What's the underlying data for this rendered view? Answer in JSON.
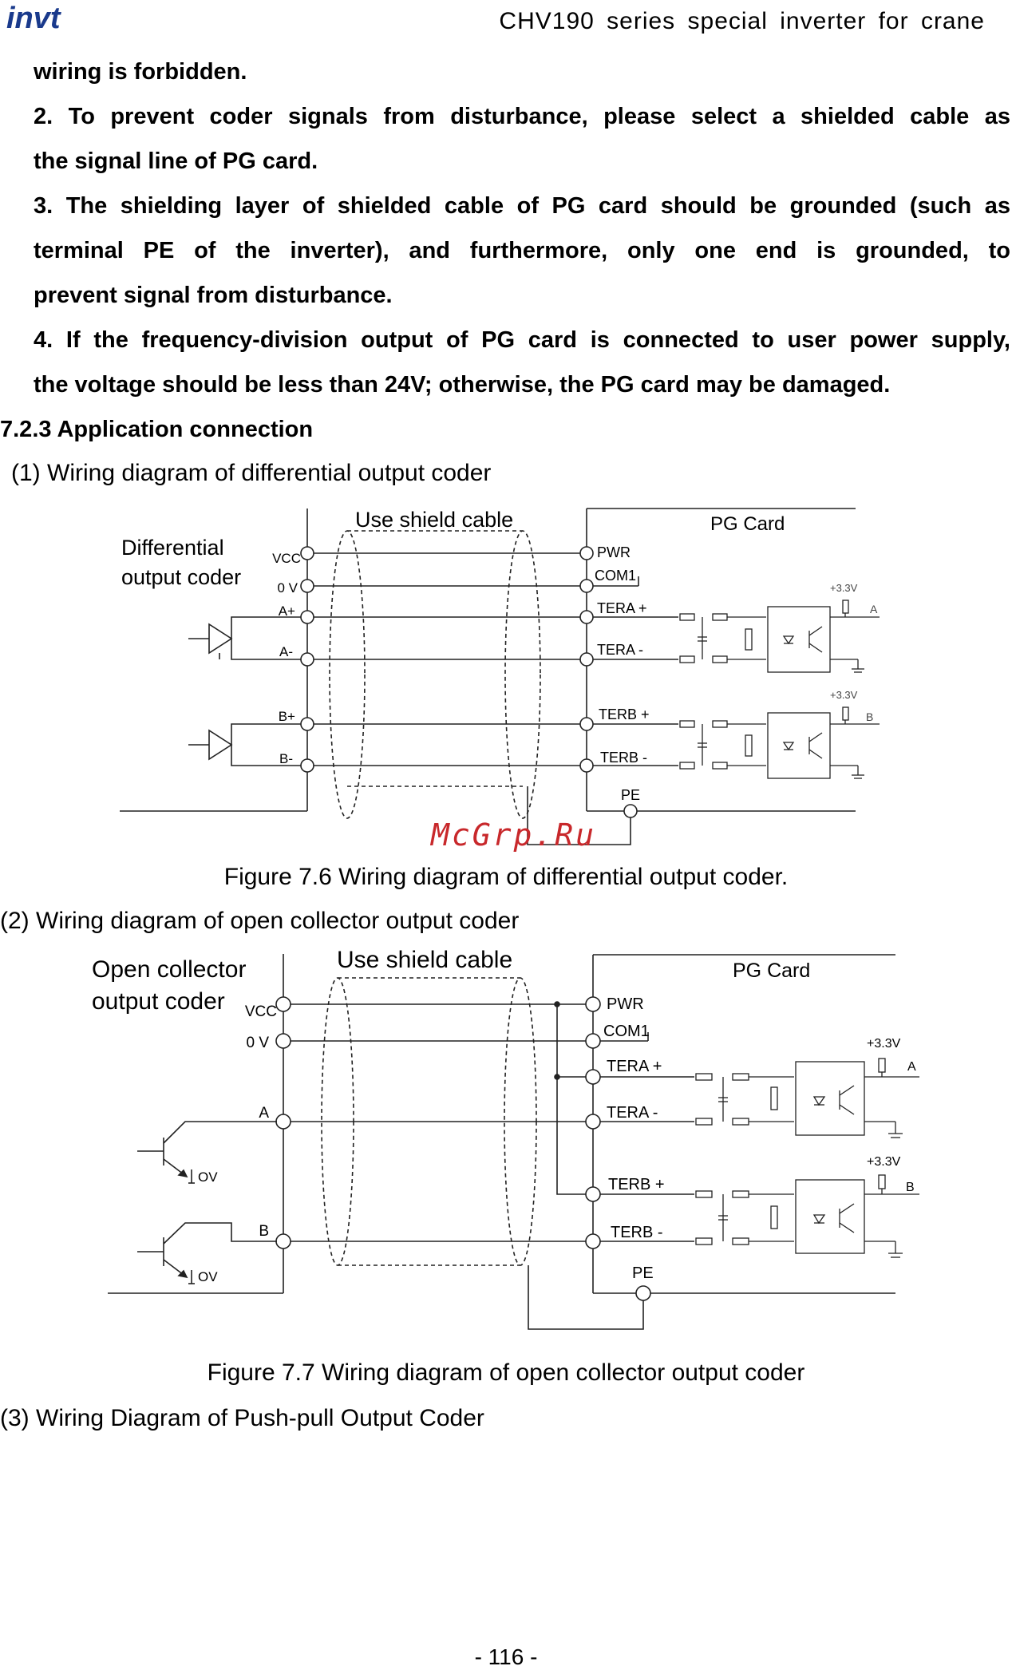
{
  "header": {
    "logo_text": "invt",
    "title": "CHV190 series special inverter for crane"
  },
  "notes": {
    "line_1": "wiring is forbidden.",
    "item_2_l1": "2. To prevent coder signals from disturbance, please select a shielded cable as",
    "item_2_l2": "the signal line of PG card.",
    "item_3_l1": "3. The shielding layer of shielded cable of PG card should be grounded (such as",
    "item_3_l2": "terminal PE of the inverter), and furthermore, only one end is grounded, to",
    "item_3_l3": "prevent signal from disturbance.",
    "item_4_l1": "4. If the frequency-division output of PG card is connected to user power supply,",
    "item_4_l2": "the voltage should be less than 24V; otherwise, the PG card may be damaged."
  },
  "section": {
    "heading": "7.2.3 Application connection",
    "sub_1": "(1) Wiring diagram of differential output coder",
    "sub_2": "(2) Wiring diagram of open collector output coder",
    "sub_3": "(3) Wiring Diagram of Push-pull Output Coder"
  },
  "fig6": {
    "coder_label_l1": "Differential",
    "coder_label_l2": "output coder",
    "shield_label": "Use shield cable",
    "card_label": "PG Card",
    "left_pins": [
      "VCC",
      "0 V",
      "A+",
      "A-",
      "B+",
      "B-"
    ],
    "right_pins": [
      "PWR",
      "COM1",
      "TERA +",
      "TERA -",
      "TERB +",
      "TERB -",
      "PE"
    ],
    "supply": "+3.3V",
    "out_a": "A",
    "out_b": "B",
    "caption": "Figure 7.6 Wiring diagram of differential output coder."
  },
  "fig7": {
    "coder_label_l1": "Open collector",
    "coder_label_l2": "output coder",
    "shield_label": "Use shield cable",
    "card_label": "PG Card",
    "left_pins": [
      "VCC",
      "0 V",
      "A",
      "B"
    ],
    "ov_label": "OV",
    "right_pins": [
      "PWR",
      "COM1",
      "TERA +",
      "TERA -",
      "TERB +",
      "TERB -",
      "PE"
    ],
    "supply": "+3.3V",
    "out_a": "A",
    "out_b": "B",
    "caption": "Figure 7.7 Wiring diagram of open collector output coder"
  },
  "watermark": "McGrp.Ru",
  "footer": {
    "page_number": "- 116 -"
  }
}
